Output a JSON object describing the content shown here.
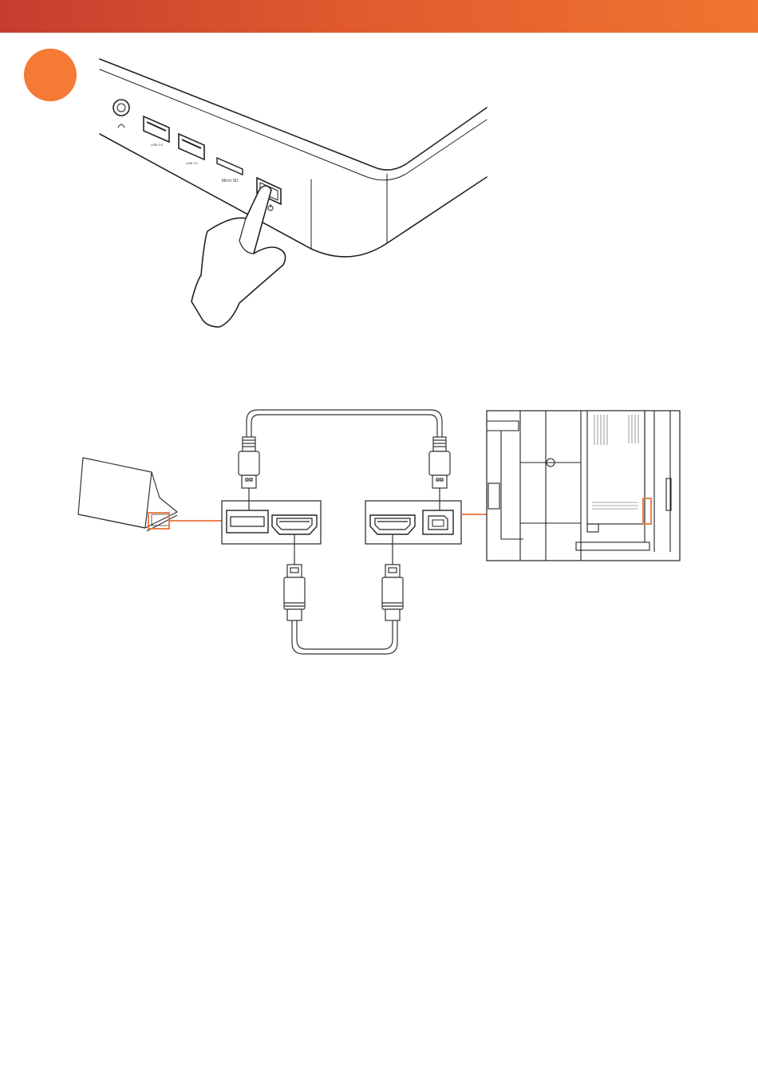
{
  "header": {
    "accent_color": "#e3572f"
  },
  "step": {
    "marker_color": "#f47a35",
    "number": ""
  },
  "device_panel": {
    "usb_port_1_label": "USB 3.0",
    "usb_port_2_label": "USB 3.0",
    "sd_slot_label": "Micro SD",
    "headphone_icon": "headphone-icon",
    "power_icon": "power-icon"
  },
  "connection_diagram": {
    "highlight_color": "#e8743b",
    "laptop": "laptop-icon",
    "left_ports": [
      "usb-a",
      "hdmi"
    ],
    "right_ports": [
      "hdmi",
      "usb-b"
    ],
    "cables": [
      "usb",
      "hdmi"
    ]
  }
}
